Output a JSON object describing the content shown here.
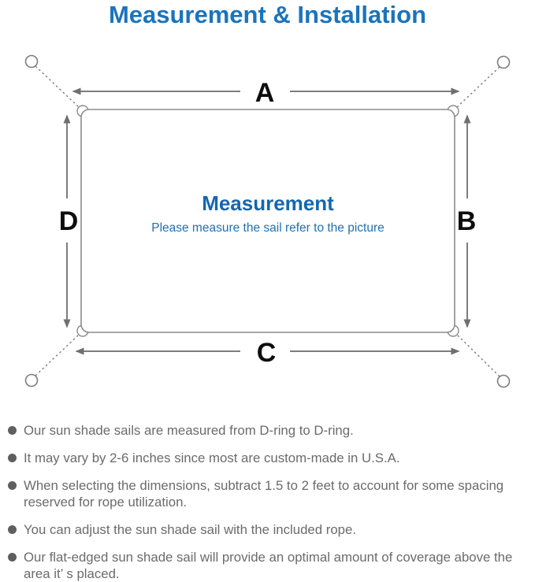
{
  "title": "Measurement & Installation",
  "diagram": {
    "labels": {
      "top": "A",
      "right": "B",
      "bottom": "C",
      "left": "D"
    },
    "center_title": "Measurement",
    "center_subtitle": "Please measure the sail refer to the picture",
    "colors": {
      "title_blue": "#1b74bb",
      "center_blue": "#1467ad",
      "subtitle_blue": "#2270ae",
      "line_gray": "#7d7d7d",
      "label_black": "#0d0d0d",
      "note_gray": "#6b6b6b"
    },
    "icons": {
      "anchor_ring": "small-circle",
      "corner_d_ring": "half-circle-bump",
      "dimension_arrow": "double-headed-arrow",
      "rope_line": "dashed-line"
    }
  },
  "notes": {
    "bullet_icon": "dot",
    "items": [
      {
        "text": "Our sun shade sails are measured from D-ring to D-ring."
      },
      {
        "text": "It may vary by 2-6 inches since most are custom-made in U.S.A."
      },
      {
        "text": "When selecting the dimensions, subtract 1.5 to 2 feet to account for some spacing reserved for rope utilization."
      },
      {
        "text": "You can adjust the sun shade sail with the included rope."
      },
      {
        "text": "Our flat-edged sun shade sail will provide an optimal amount of coverage above the area it’ s placed."
      }
    ]
  }
}
